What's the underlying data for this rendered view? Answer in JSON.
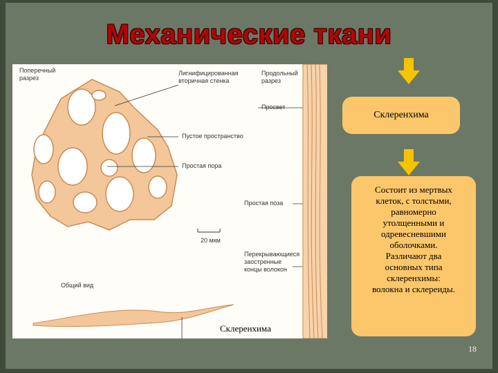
{
  "title": "Механические ткани",
  "figure": {
    "labels": {
      "cross_section": "Поперечный\nразрез",
      "lignified_wall": "Лигнифицированная\nвторичная стенка",
      "longitudinal": "Продольный\nразрез",
      "lumen": "Просвет",
      "empty_space": "Пустое пространство",
      "simple_pore_1": "Простая пора",
      "simple_pore_2": "Простая поза",
      "scale_bar": "20 мкм",
      "overlapping": "Перекрывающиеся\nзаостренные\nконцы волокон",
      "general_view": "Общий вид"
    },
    "caption": "Склеренхима"
  },
  "box1": "Склеренхима",
  "box2_text": "Состоит из мертвых клеток, с толстыми, равномерно утолщенными и одревесневшими оболочками. Различают два основных типа склеренхимы: волокна и склереиды.",
  "box2_lines": [
    "Состоит из мертвых",
    "клеток, с толстыми,",
    "равномерно",
    "утолщенными и",
    "одревесневшими",
    "оболочками.",
    "Различают два",
    "основных типа",
    "склеренхимы:",
    "волокна и склереиды."
  ],
  "page_number": "18",
  "colors": {
    "title": "#b10606",
    "box": "#fbc76a",
    "arrow": "#f5c400",
    "cell_wall": "#f3c79a",
    "background": "#6c7866"
  }
}
